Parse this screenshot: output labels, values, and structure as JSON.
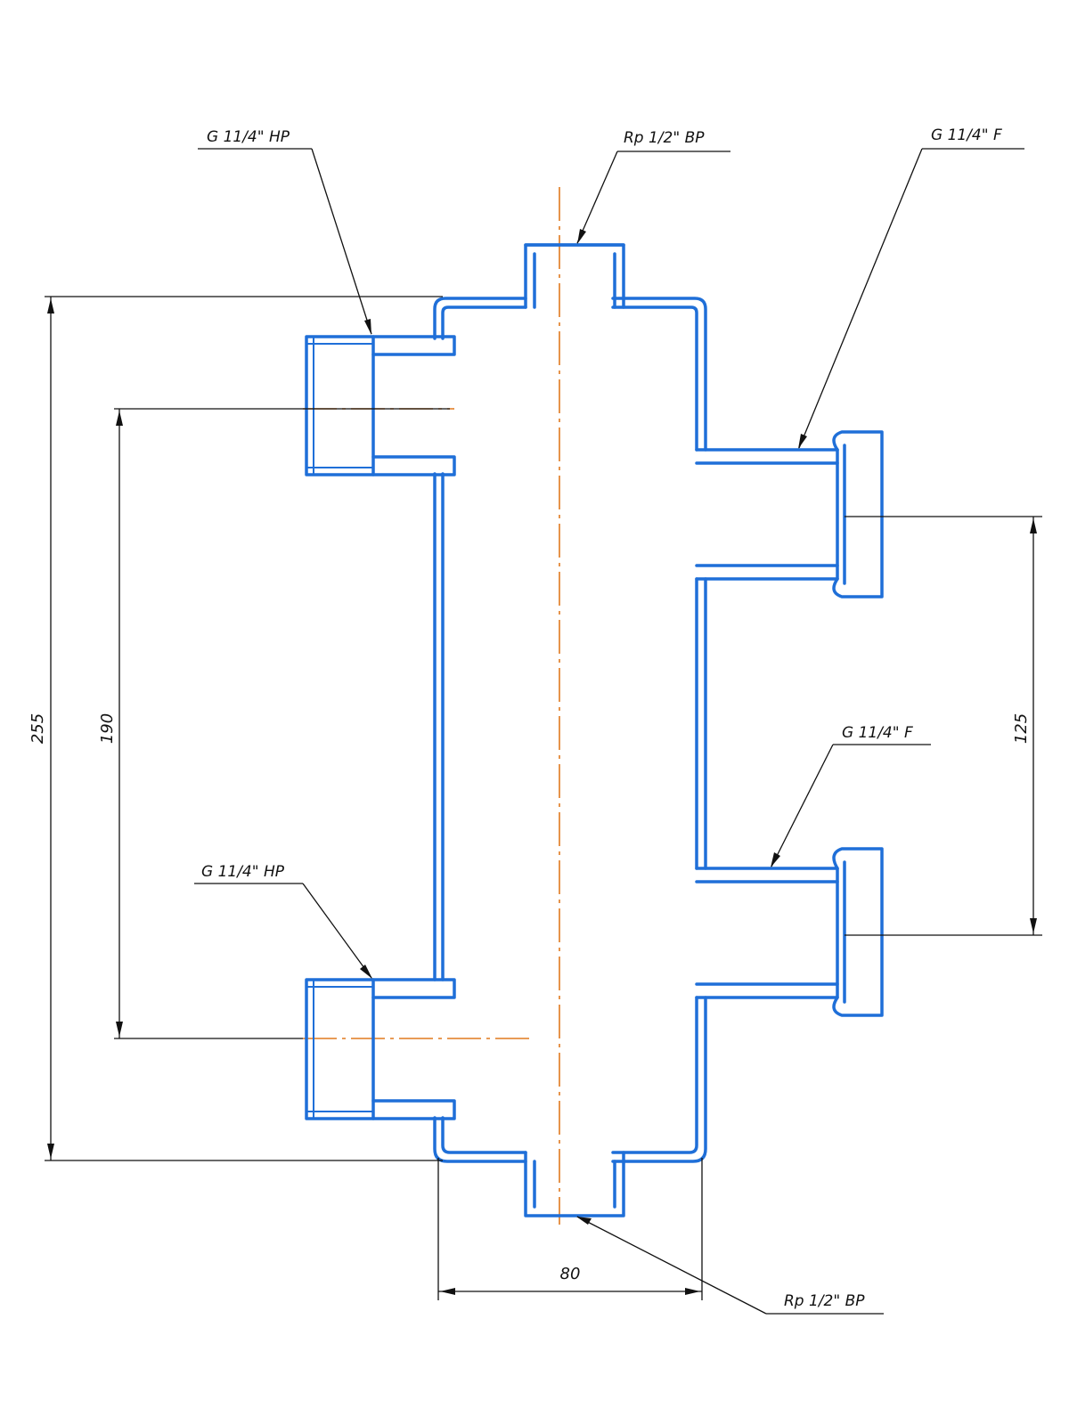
{
  "dimensions": {
    "overall_height": "255",
    "left_spacing": "190",
    "right_spacing": "125",
    "body_width": "80"
  },
  "callouts": {
    "top_left": "G 11/4\" HP",
    "top_center": "Rp 1/2\" BP",
    "top_right": "G 11/4\" F",
    "middle_right": "G 11/4\" F",
    "bottom_left": "G 11/4\" HP",
    "bottom_right": "Rp 1/2\" BP"
  },
  "colors": {
    "part_outline": "#1f6fd8",
    "center_axis": "#e07a1f",
    "dimension_lines": "#111111"
  }
}
